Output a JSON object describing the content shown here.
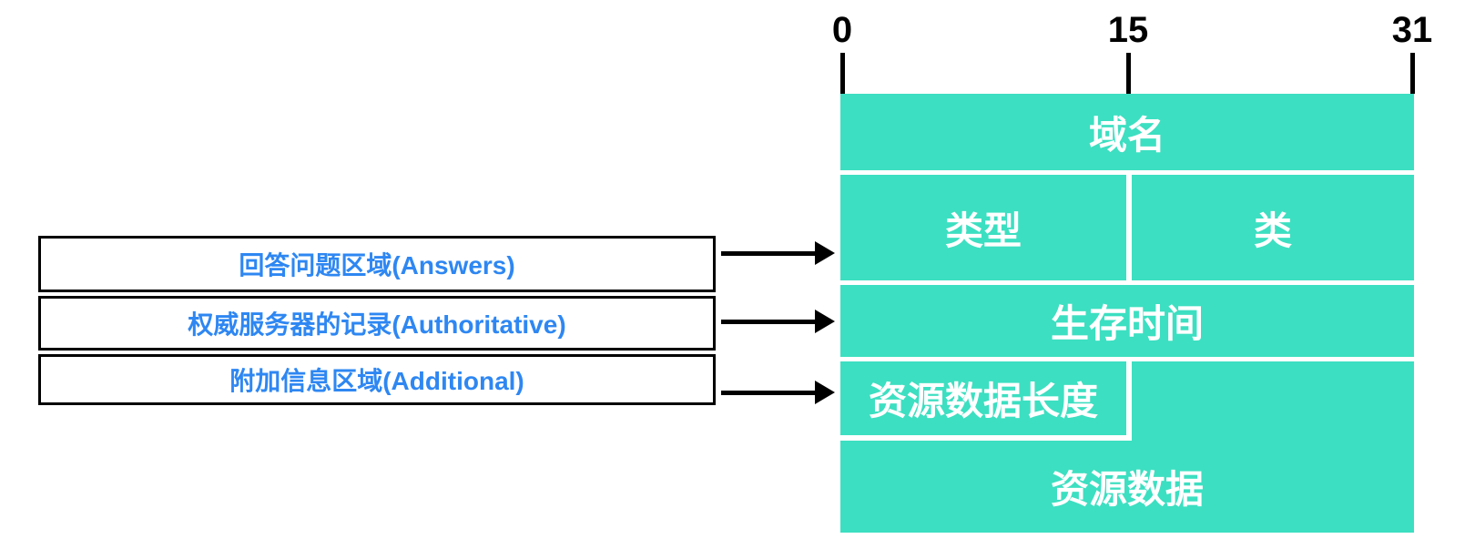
{
  "diagram": {
    "bit_axis": {
      "tick_labels": [
        "0",
        "15",
        "31"
      ]
    },
    "message_sections": [
      {
        "label": "回答问题区域(Answers)"
      },
      {
        "label": "权威服务器的记录(Authoritative)"
      },
      {
        "label": "附加信息区域(Additional)"
      }
    ],
    "resource_record": {
      "domain_name": "域名",
      "type": "类型",
      "class": "类",
      "ttl": "生存时间",
      "rdata_length": "资源数据长度",
      "rdata": "资源数据"
    },
    "colors": {
      "field_fill": "#3cdfc1",
      "field_text": "#ffffff",
      "section_label_text": "#2e87f2",
      "line_color": "#000000"
    }
  }
}
